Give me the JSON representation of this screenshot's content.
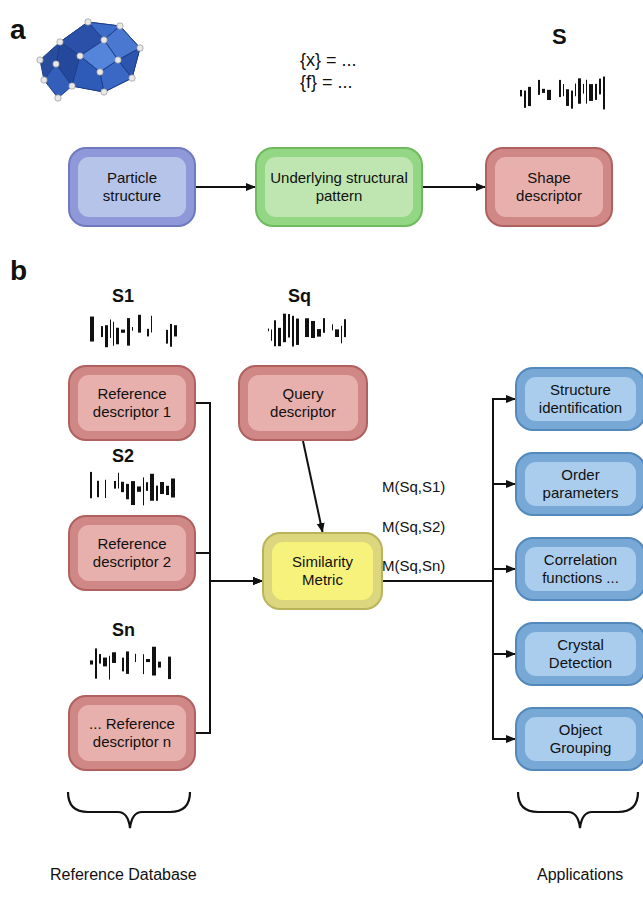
{
  "diagram": {
    "nodes": [
      {
        "text": [
          "Particle structure"
        ]
      },
      {
        "text": [
          "Underlying structural pattern"
        ]
      },
      {
        "text": [
          "Shape descriptor"
        ]
      },
      {
        "text": [
          "Reference descriptor 1"
        ]
      },
      {
        "text": [
          "Query descriptor"
        ]
      },
      {
        "text": [
          "Reference descriptor 2"
        ]
      },
      {
        "text": [
          "... Reference descriptor n"
        ]
      },
      {
        "text": [
          "Similarity Metric"
        ]
      },
      {
        "text": [
          "Structure identification"
        ]
      },
      {
        "text": [
          "Order parameters"
        ]
      },
      {
        "text": [
          "Correlation functions ..."
        ]
      },
      {
        "text": [
          "Crystal Detection"
        ]
      },
      {
        "text": [
          "Object Grouping"
        ]
      }
    ],
    "edges": [
      {
        "from": 0,
        "to": 1,
        "arrow": "to"
      },
      {
        "from": 1,
        "to": 2,
        "arrow": "to"
      },
      {
        "from": 3,
        "to": 7,
        "arrow": "to"
      },
      {
        "from": 5,
        "to": 7,
        "arrow": "to"
      },
      {
        "from": 6,
        "to": 7,
        "arrow": "to"
      },
      {
        "from": 4,
        "to": 7,
        "arrow": "to"
      },
      {
        "from": 7,
        "to": 8,
        "arrow": "to"
      },
      {
        "from": 7,
        "to": 9,
        "arrow": "to"
      },
      {
        "from": 7,
        "to": 10,
        "arrow": "to"
      },
      {
        "from": 7,
        "to": 11,
        "arrow": "to"
      },
      {
        "from": 7,
        "to": 12,
        "arrow": "to"
      }
    ],
    "labels": [
      "a",
      "{x} = ...",
      "{f} = ...",
      "S",
      "b",
      "S1",
      "Sq",
      "S2",
      "Sn",
      "M(Sq,S1)",
      "M(Sq,S2)",
      "M(Sq,Sn)",
      "Reference Database",
      "Applications"
    ]
  }
}
